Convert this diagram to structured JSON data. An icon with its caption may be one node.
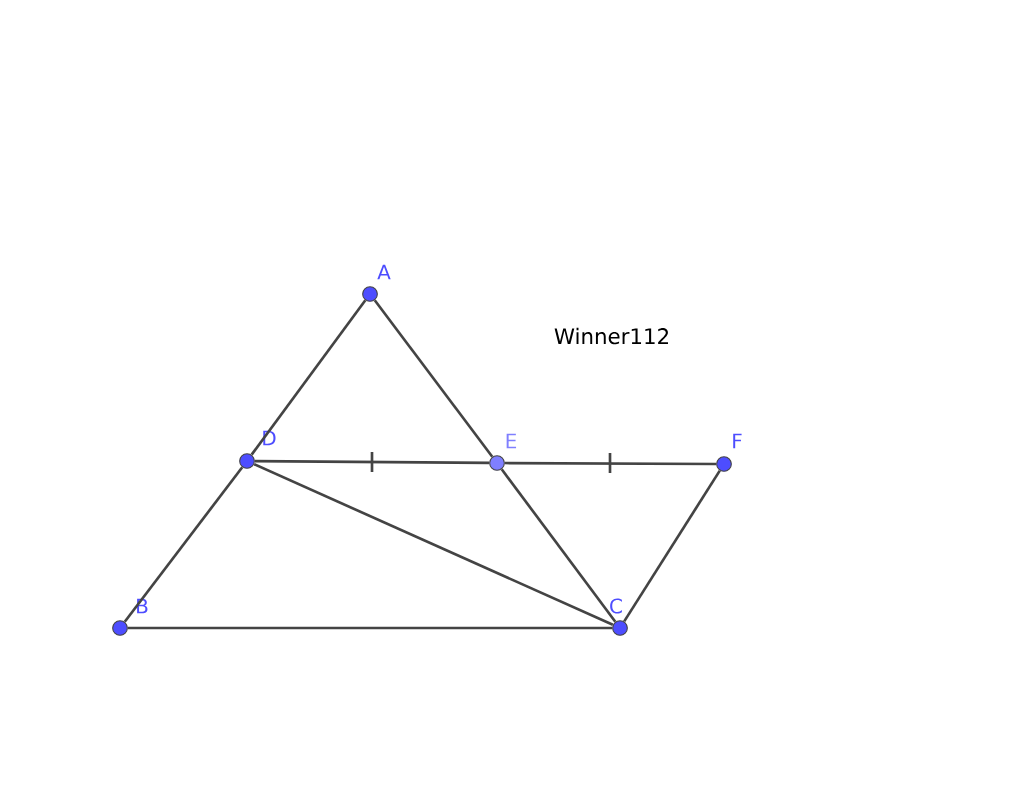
{
  "diagram": {
    "nodes": [
      {
        "text": [
          "A"
        ]
      },
      {
        "text": [
          "D"
        ]
      },
      {
        "text": [
          "E"
        ]
      },
      {
        "text": [
          "F"
        ]
      },
      {
        "text": [
          "B"
        ]
      },
      {
        "text": [
          "C"
        ]
      }
    ],
    "edges": [
      {
        "from": 0,
        "to": 1,
        "arrow": "none"
      },
      {
        "from": 1,
        "to": 4,
        "arrow": "none"
      },
      {
        "from": 0,
        "to": 2,
        "arrow": "none"
      },
      {
        "from": 2,
        "to": 5,
        "arrow": "none"
      },
      {
        "from": 1,
        "to": 2,
        "arrow": "none"
      },
      {
        "from": 2,
        "to": 3,
        "arrow": "none"
      },
      {
        "from": 3,
        "to": 5,
        "arrow": "none"
      },
      {
        "from": 4,
        "to": 5,
        "arrow": "none"
      },
      {
        "from": 1,
        "to": 5,
        "arrow": "none"
      }
    ],
    "labels": [
      "Winner112"
    ]
  }
}
